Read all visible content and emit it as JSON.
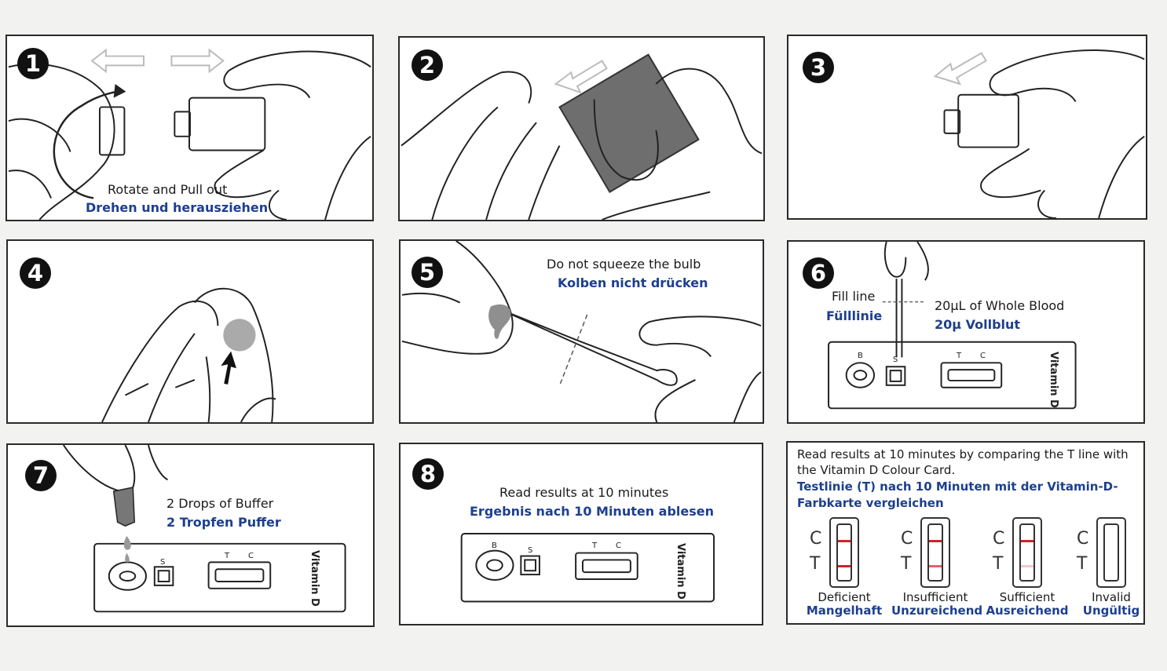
{
  "steps": [
    {
      "num": "1",
      "en": "Rotate and Pull out",
      "de": "Drehen und herausziehen"
    },
    {
      "num": "2"
    },
    {
      "num": "3"
    },
    {
      "num": "4"
    },
    {
      "num": "5",
      "en": "Do not squeeze the bulb",
      "de": "Kolben nicht drücken"
    },
    {
      "num": "6",
      "fill_en": "Fill line",
      "fill_de": "Fülllinie",
      "en": "20µL of Whole Blood",
      "de": "20µ Vollblut"
    },
    {
      "num": "7",
      "en": "2 Drops of Buffer",
      "de": "2 Tropfen Puffer"
    },
    {
      "num": "8",
      "en": "Read results at 10 minutes",
      "de": "Ergebnis nach 10 Minuten ablesen"
    },
    {
      "en": "Read results at 10 minutes by comparing the T line with the Vitamin D Colour Card.",
      "de": "Testlinie (T) nach 10 Minuten mit der Vitamin-D-Farbkarte vergleichen"
    }
  ],
  "device": {
    "letter_b": "B",
    "letter_s": "S",
    "letter_t": "T",
    "letter_c": "C",
    "name": "Vitamin D"
  },
  "results": [
    {
      "en": "Deficient",
      "de": "Mangelhaft",
      "c_line": 1.0,
      "t_line": 1.0
    },
    {
      "en": "Insufficient",
      "de": "Unzureichend",
      "c_line": 1.0,
      "t_line": 0.7
    },
    {
      "en": "Sufficient",
      "de": "Ausreichend",
      "c_line": 1.0,
      "t_line": 0.25
    },
    {
      "en": "Invalid",
      "de": "Ungültig",
      "c_line": 0.0,
      "t_line": 0.0
    }
  ],
  "colors": {
    "line_red": "#d0222b",
    "german_blue": "#1d3f8f",
    "drop_gray": "#8f8f8f"
  }
}
